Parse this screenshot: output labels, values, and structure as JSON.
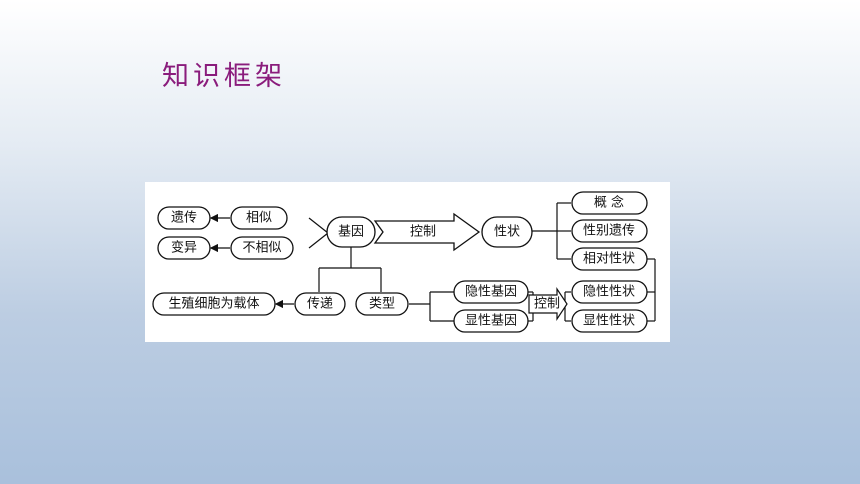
{
  "title": {
    "text": "知识框架",
    "color": "#8a1c7c"
  },
  "diagram": {
    "center": "基因",
    "control": "控制",
    "trait": "性状",
    "heredity": "遗传",
    "similar": "相似",
    "variation": "变异",
    "not_similar": "不相似",
    "concept": "概  念",
    "sex_linked": "性别遗传",
    "relative_trait": "相对性状",
    "carrier": "生殖细胞为载体",
    "transmission": "传递",
    "types": "类型",
    "recessive_gene": "隐性基因",
    "dominant_gene": "显性基因",
    "control2": "控制",
    "recessive_trait": "隐性性状",
    "dominant_trait": "显性性状"
  }
}
